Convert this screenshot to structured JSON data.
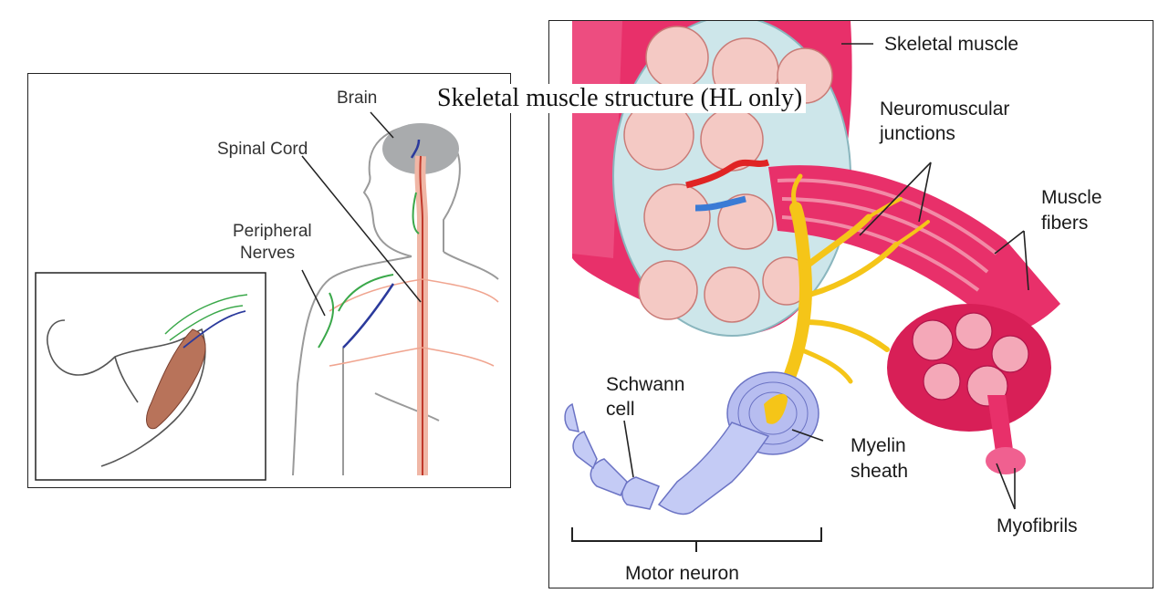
{
  "title": "Skeletal muscle structure (HL only)",
  "left_diagram": {
    "labels": {
      "brain": "Brain",
      "spinal_cord": "Spinal Cord",
      "peripheral_line1": "Peripheral",
      "peripheral_line2": "Nerves"
    }
  },
  "right_diagram": {
    "labels": {
      "skeletal_muscle": "Skeletal muscle",
      "neuromuscular_line1": "Neuromuscular",
      "neuromuscular_line2": "junctions",
      "muscle_fibers_line1": "Muscle",
      "muscle_fibers_line2": "fibers",
      "schwann_line1": "Schwann",
      "schwann_line2": "cell",
      "myelin_line1": "Myelin",
      "myelin_line2": "sheath",
      "myofibrils": "Myofibrils",
      "motor_neuron": "Motor neuron"
    }
  },
  "colors": {
    "muscle": "#e8306a",
    "muscle_light": "#f28aa6",
    "fascicle_fill": "#f4c9c4",
    "connective": "#cde6ea",
    "nerve": "#f5c518",
    "neuron": "#9aa8ee",
    "brain": "#a9abad",
    "arm_muscle": "#b8735a"
  }
}
